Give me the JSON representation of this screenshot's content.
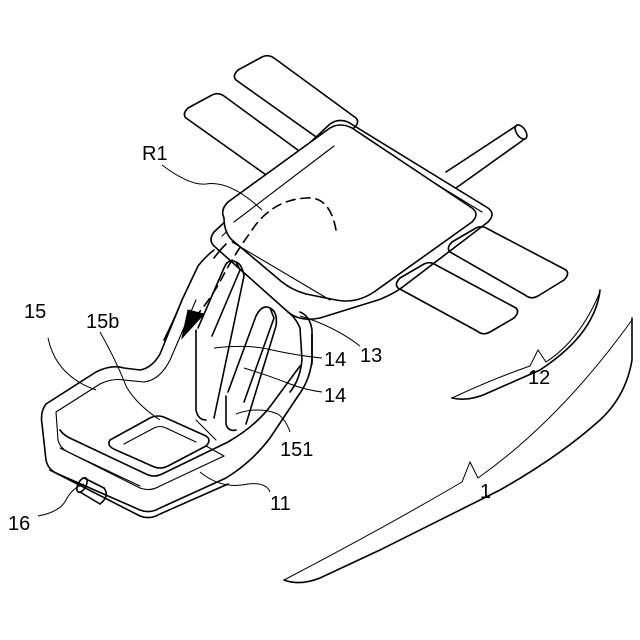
{
  "labels": {
    "r1": "R1",
    "n15": "15",
    "n15b": "15b",
    "n13": "13",
    "n14a": "14",
    "n14b": "14",
    "n12": "12",
    "n151": "151",
    "n1": "1",
    "n11": "11",
    "n16": "16"
  }
}
